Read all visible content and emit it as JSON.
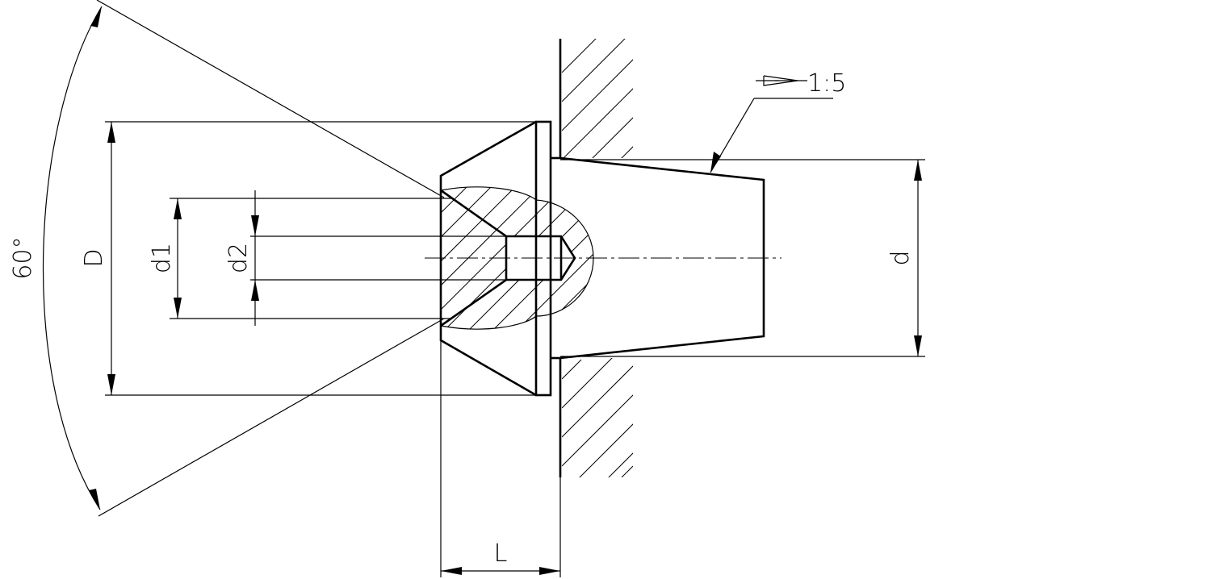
{
  "dimensions": {
    "angle": "60°",
    "outer_diameter": "D",
    "bore_diameter": "d1",
    "hole_diameter": "d2",
    "shank_diameter": "d",
    "length": "L"
  },
  "taper": {
    "ratio": "1:5"
  },
  "icons": {
    "taper_symbol": "taper-symbol-icon"
  }
}
